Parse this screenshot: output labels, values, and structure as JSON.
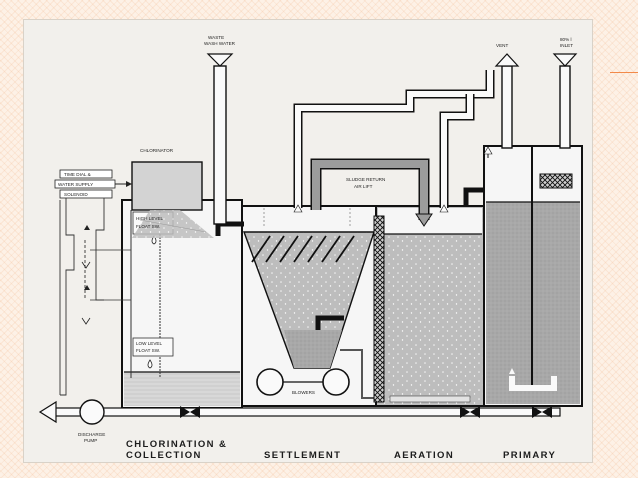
{
  "colors": {
    "accent": "#f28a4a",
    "slide_background": "#fdf1e6",
    "water": "#cfcfcf",
    "sludge": "#9a9a9a",
    "ink": "#1c1c1c"
  },
  "labels": {
    "waste_wash_water": [
      "WASTE",
      "WASH WATER"
    ],
    "vent": "VENT",
    "inlet": [
      "80% l",
      "INLET"
    ],
    "chlorinator": "CHLORINATOR",
    "time_dial": "TIME DIAL &",
    "water_supply": "WATER SUPPLY",
    "solenoid": "SOLENOID",
    "high_level_float": [
      "HIGH LEVEL",
      "FLOAT SW."
    ],
    "low_level_float": [
      "LOW LEVEL",
      "FLOAT SW."
    ],
    "sludge_return": [
      "SLUDGE RETURN",
      "AIR LIFT"
    ],
    "blowers": "BLOWERS",
    "discharge_pump": [
      "DISCHARGE",
      "PUMP"
    ]
  },
  "sections": {
    "chlorination": [
      "CHLORINATION  &",
      "COLLECTION"
    ],
    "settlement": "SETTLEMENT",
    "aeration": "AERATION",
    "primary": "PRIMARY"
  },
  "icons": [
    "arrow-up-icon",
    "arrow-down-icon",
    "float-switch-icon",
    "blower-icon",
    "pump-icon",
    "valve-icon"
  ]
}
